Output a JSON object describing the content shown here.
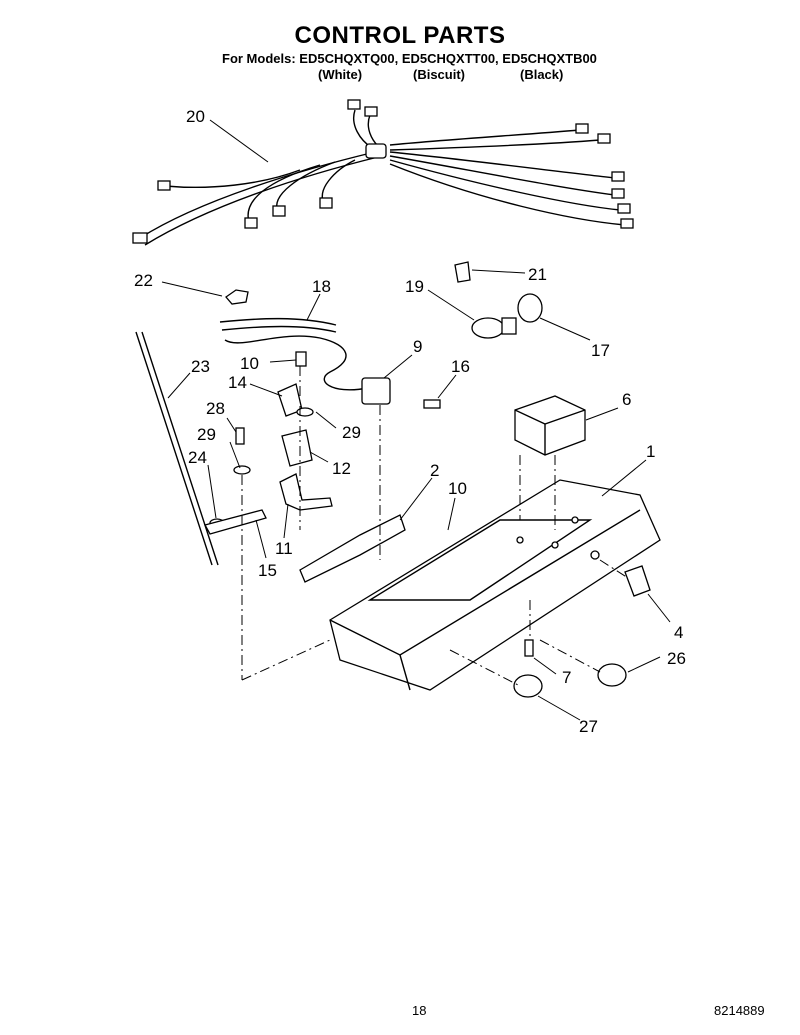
{
  "title": "CONTROL PARTS",
  "models_line": "For Models: ED5CHQXTQ00, ED5CHQXTT00, ED5CHQXTB00",
  "colors": [
    "(White)",
    "(Biscuit)",
    "(Black)"
  ],
  "callouts": [
    "20",
    "22",
    "18",
    "21",
    "19",
    "17",
    "23",
    "10",
    "9",
    "16",
    "14",
    "28",
    "29",
    "29",
    "12",
    "24",
    "6",
    "1",
    "2",
    "10",
    "11",
    "15",
    "4",
    "26",
    "7",
    "27"
  ],
  "page_number": "18",
  "document_number": "8214889"
}
